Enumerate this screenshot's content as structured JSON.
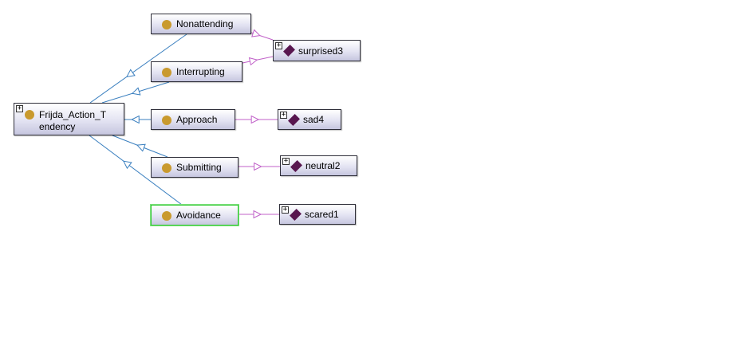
{
  "classes": {
    "root": {
      "label": "Frijda_Action_Tendency",
      "line1": "Frijda_Action_T",
      "line2": "endency"
    },
    "nonattending": {
      "label": "Nonattending"
    },
    "interrupting": {
      "label": "Interrupting"
    },
    "approach": {
      "label": "Approach"
    },
    "submitting": {
      "label": "Submitting"
    },
    "avoidance": {
      "label": "Avoidance",
      "selected": true
    }
  },
  "individuals": {
    "surprised3": {
      "label": "surprised3"
    },
    "sad4": {
      "label": "sad4"
    },
    "neutral2": {
      "label": "neutral2"
    },
    "scared1": {
      "label": "scared1"
    }
  },
  "icons": {
    "class": "class-circle-icon",
    "individual": "individual-diamond-icon",
    "expand": "expand-plus-icon"
  },
  "colors": {
    "subclass_edge": "#3a7fbf",
    "instance_edge": "#c060c8",
    "class_dot": "#c99a2e",
    "individual_diamond": "#58164f",
    "selected_border": "#34c934"
  },
  "expand_symbol": "+"
}
